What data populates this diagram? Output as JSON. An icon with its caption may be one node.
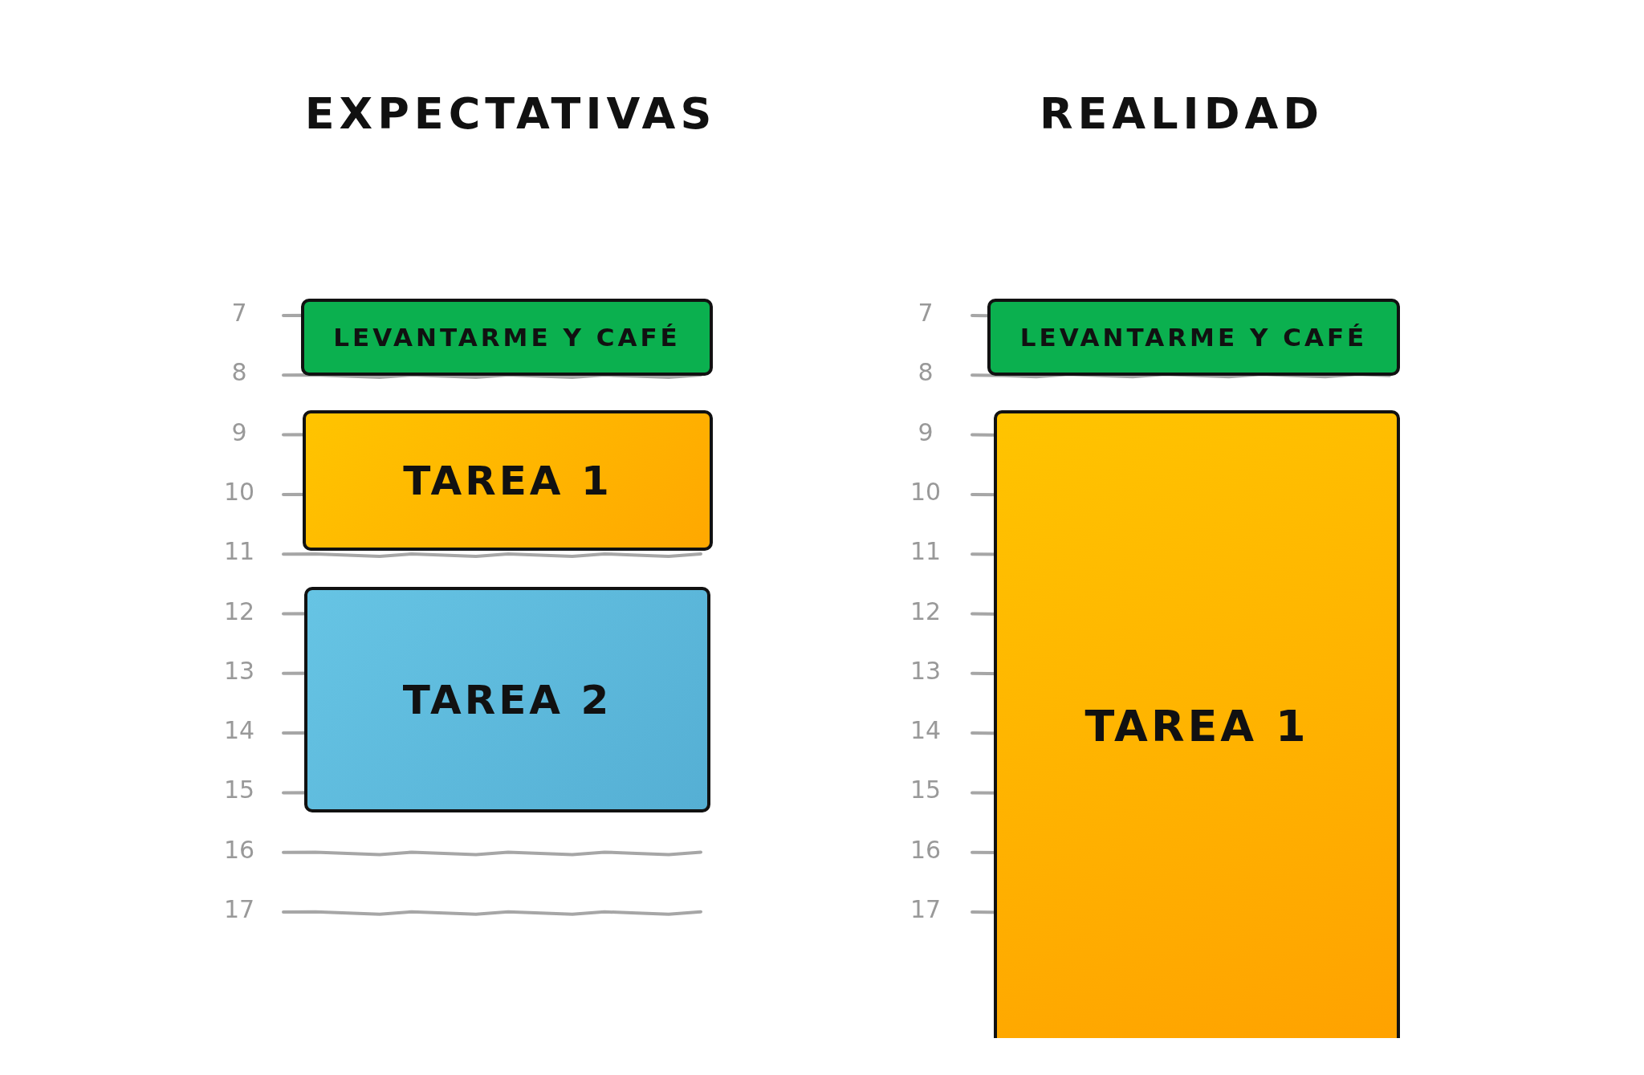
{
  "diagram": {
    "nodes": [
      {
        "text": [
          "LEVANTARME Y CAFÉ"
        ]
      },
      {
        "text": [
          "TAREA 1"
        ]
      },
      {
        "text": [
          "TAREA 2"
        ]
      },
      {
        "text": [
          "LEVANTARME Y CAFÉ"
        ]
      },
      {
        "text": [
          "TAREA 1"
        ]
      }
    ],
    "labels": [
      "EXPECTATIVAS",
      "REALIDAD",
      "7",
      "7",
      "8",
      "8",
      "9",
      "9",
      "10",
      "10",
      "11",
      "11",
      "12",
      "12",
      "13",
      "13",
      "14",
      "14",
      "15",
      "15",
      "16",
      "16",
      "17",
      "17"
    ]
  }
}
